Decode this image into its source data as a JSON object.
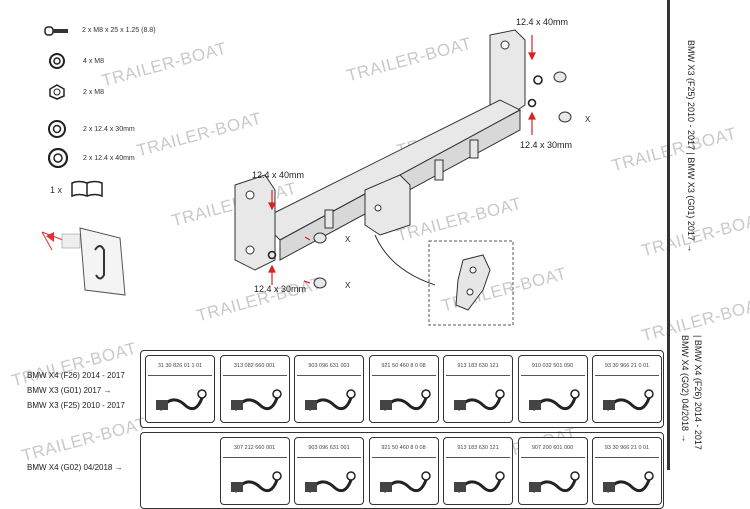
{
  "parts_list": [
    {
      "icon": "bolt",
      "label": "2 x M8 x 25 x 1.25 (8.8)"
    },
    {
      "icon": "washer",
      "label": "4 x M8"
    },
    {
      "icon": "nut",
      "label": "2 x M8"
    },
    {
      "icon": "washer",
      "label": "2 x 12.4 x 30mm"
    },
    {
      "icon": "washer",
      "label": "2 x 12.4 x 40mm"
    },
    {
      "icon": "manual",
      "label": "1 x"
    }
  ],
  "diagram": {
    "dim_right_top": "12.4 x 40mm",
    "dim_right_bottom": "12.4 x 30mm",
    "dim_left_top": "12.4 x 40mm",
    "dim_left_bottom": "12.4 x 30mm",
    "x_marker": "X"
  },
  "rows": [
    {
      "models": [
        "BMW X4 (F26) 2014 - 2017",
        "BMW X3 (G01) 2017 →",
        "BMW X3 (F25) 2010 - 2017"
      ],
      "cards": [
        "31 30 826 01 1 01",
        "313 082 660 001",
        "903 096 631 001",
        "921 50 460 8 0 08",
        "913 183 630 121",
        "910 032 501 090",
        "93 30 966 21 0 01"
      ]
    },
    {
      "models": [
        "BMW X4 (G02) 04/2018 →"
      ],
      "cards": [
        "307 212 660 001",
        "903 096 631 001",
        "921 50 460 8 0 08",
        "913 183 630 121",
        "907 200 601 000",
        "93 30 966 21 0 01"
      ]
    }
  ],
  "side_text": {
    "line1": "BMW X3 (F25) 2010 - 2017   |   BMW X3 (G01) 2017 →",
    "line2": "| BMW X4 (F26) 2014 - 2017",
    "line3": "BMW X4 (G02) 04/2018 →"
  },
  "watermark": "TRAILER-BOAT"
}
